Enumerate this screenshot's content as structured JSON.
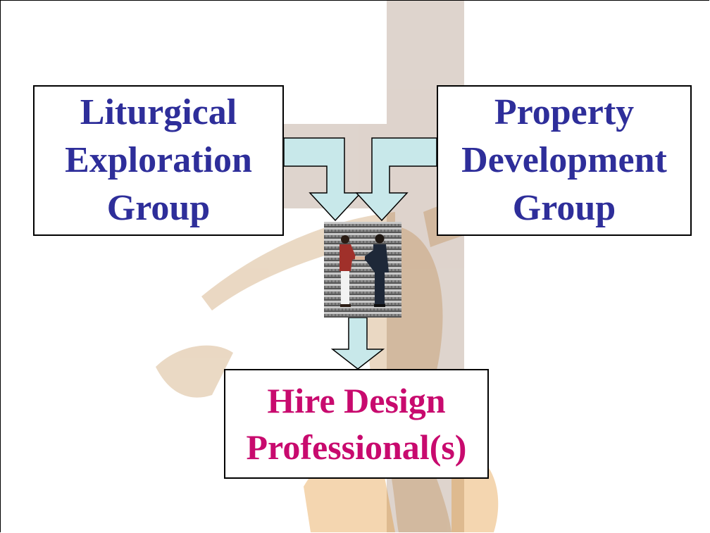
{
  "diagram": {
    "nodes": {
      "liturgical": {
        "lines": [
          "Liturgical",
          "Exploration",
          "Group"
        ]
      },
      "property": {
        "lines": [
          "Property",
          "Development",
          "Group"
        ]
      },
      "hire": {
        "lines": [
          "Hire Design",
          "Professional(s)"
        ]
      }
    },
    "edges": [
      {
        "from": "liturgical",
        "to": "handshake-photo"
      },
      {
        "from": "property",
        "to": "handshake-photo"
      },
      {
        "from": "handshake-photo",
        "to": "hire"
      }
    ],
    "colors": {
      "group_text": "#2E2E9A",
      "hire_text": "#C80A6E",
      "arrow_fill": "#C8E8EA",
      "box_border": "#000000"
    },
    "images": {
      "background": "crucifix-image",
      "photo": "handshake-photo"
    }
  }
}
